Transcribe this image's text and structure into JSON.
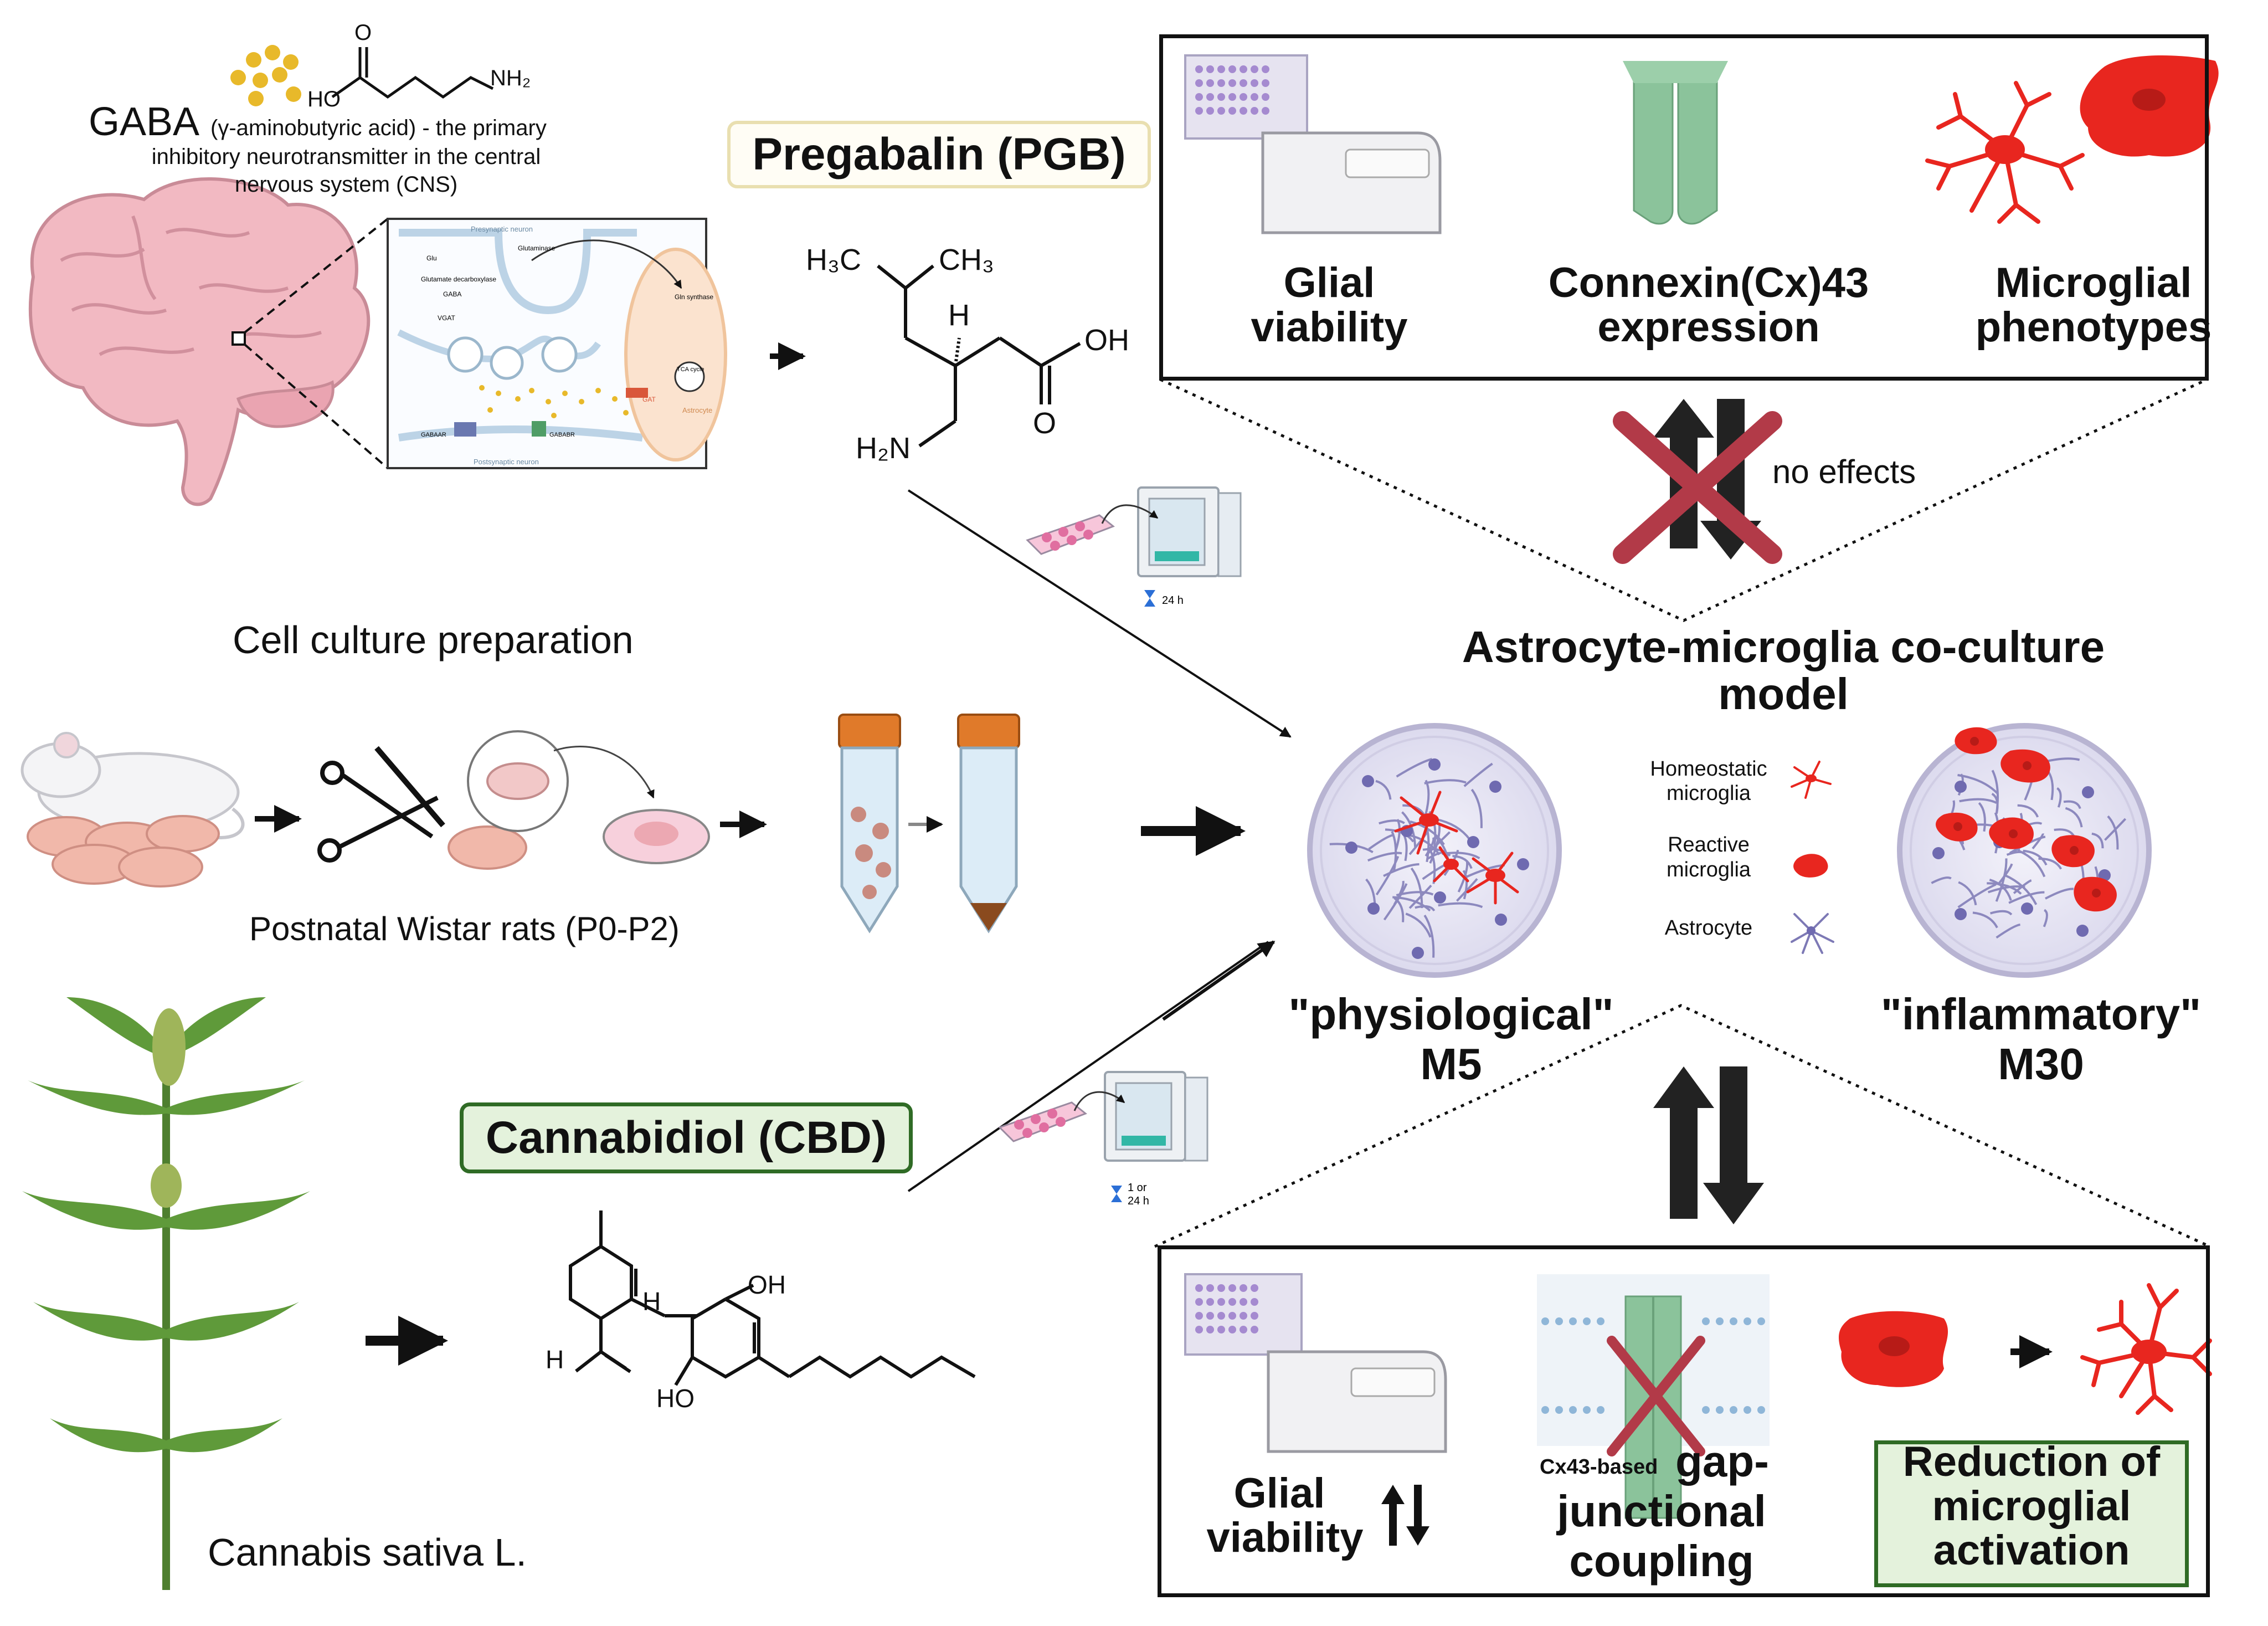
{
  "gaba": {
    "title": "GABA",
    "desc1": "(γ-aminobutyric acid) - the primary",
    "desc2": "inhibitory neurotransmitter in the central",
    "desc3": "nervous system (CNS)",
    "formula_o": "O",
    "formula_ho": "HO",
    "formula_nh2": "NH₂",
    "synapse_labels": {
      "presynaptic": "Presynaptic neuron",
      "postsynaptic": "Postsynaptic neuron",
      "astrocyte": "Astrocyte",
      "glu": "Glu",
      "gaba_small": "GABA",
      "vgat": "VGAT",
      "gat": "GAT",
      "gaba_ar": "GABAAR",
      "gaba_br": "GABABR",
      "gs": "Gln synthase",
      "gad": "Glutamate decarboxylase",
      "glutaminase": "Glutaminase",
      "tca": "TCA cycle"
    }
  },
  "pregabalin": {
    "label": "Pregabalin (PGB)",
    "h3c": "H₃C",
    "ch3": "CH₃",
    "h": "H",
    "oh": "OH",
    "o": "O",
    "h2n": "H₂N"
  },
  "incubation": {
    "pgb_time": "24 h",
    "cbd_time_1": "1 or",
    "cbd_time_2": "24 h"
  },
  "cell_culture": {
    "title": "Cell culture preparation",
    "subtitle": "Postnatal Wistar rats (P0-P2)"
  },
  "cannabis": {
    "label": "Cannabidiol (CBD)",
    "plant": "Cannabis sativa L.",
    "oh": "OH",
    "ho": "HO",
    "h1": "H",
    "h2": "H"
  },
  "top_box": {
    "items": [
      {
        "line1": "Glial",
        "line2": "viability"
      },
      {
        "line1": "Connexin(Cx)43",
        "line2": "expression"
      },
      {
        "line1": "Microglial",
        "line2": "phenotypes"
      }
    ],
    "no_effects": "no effects"
  },
  "model": {
    "title1": "Astrocyte-microglia co-culture",
    "title2": "model",
    "legend": {
      "homeostatic1": "Homeostatic",
      "homeostatic2": "microglia",
      "reactive1": "Reactive",
      "reactive2": "microglia",
      "astrocyte": "Astrocyte"
    },
    "physio1": "\"physiological\"",
    "physio2": "M5",
    "inflam1": "\"inflammatory\"",
    "inflam2": "M30"
  },
  "bottom_box": {
    "glial1": "Glial",
    "glial2": "viability",
    "cx43": "Cx43-based",
    "gap1": "gap-",
    "gap2": "junctional",
    "gap3": "coupling",
    "reduction1": "Reduction of",
    "reduction2": "microglial",
    "reduction3": "activation"
  },
  "colors": {
    "red": "#e8261f",
    "astro": "#7d79b5",
    "cream_border": "#e9dfb0",
    "green_fill": "#e4f2dc",
    "green_border": "#2f6b25",
    "x_red": "#b23a48"
  }
}
